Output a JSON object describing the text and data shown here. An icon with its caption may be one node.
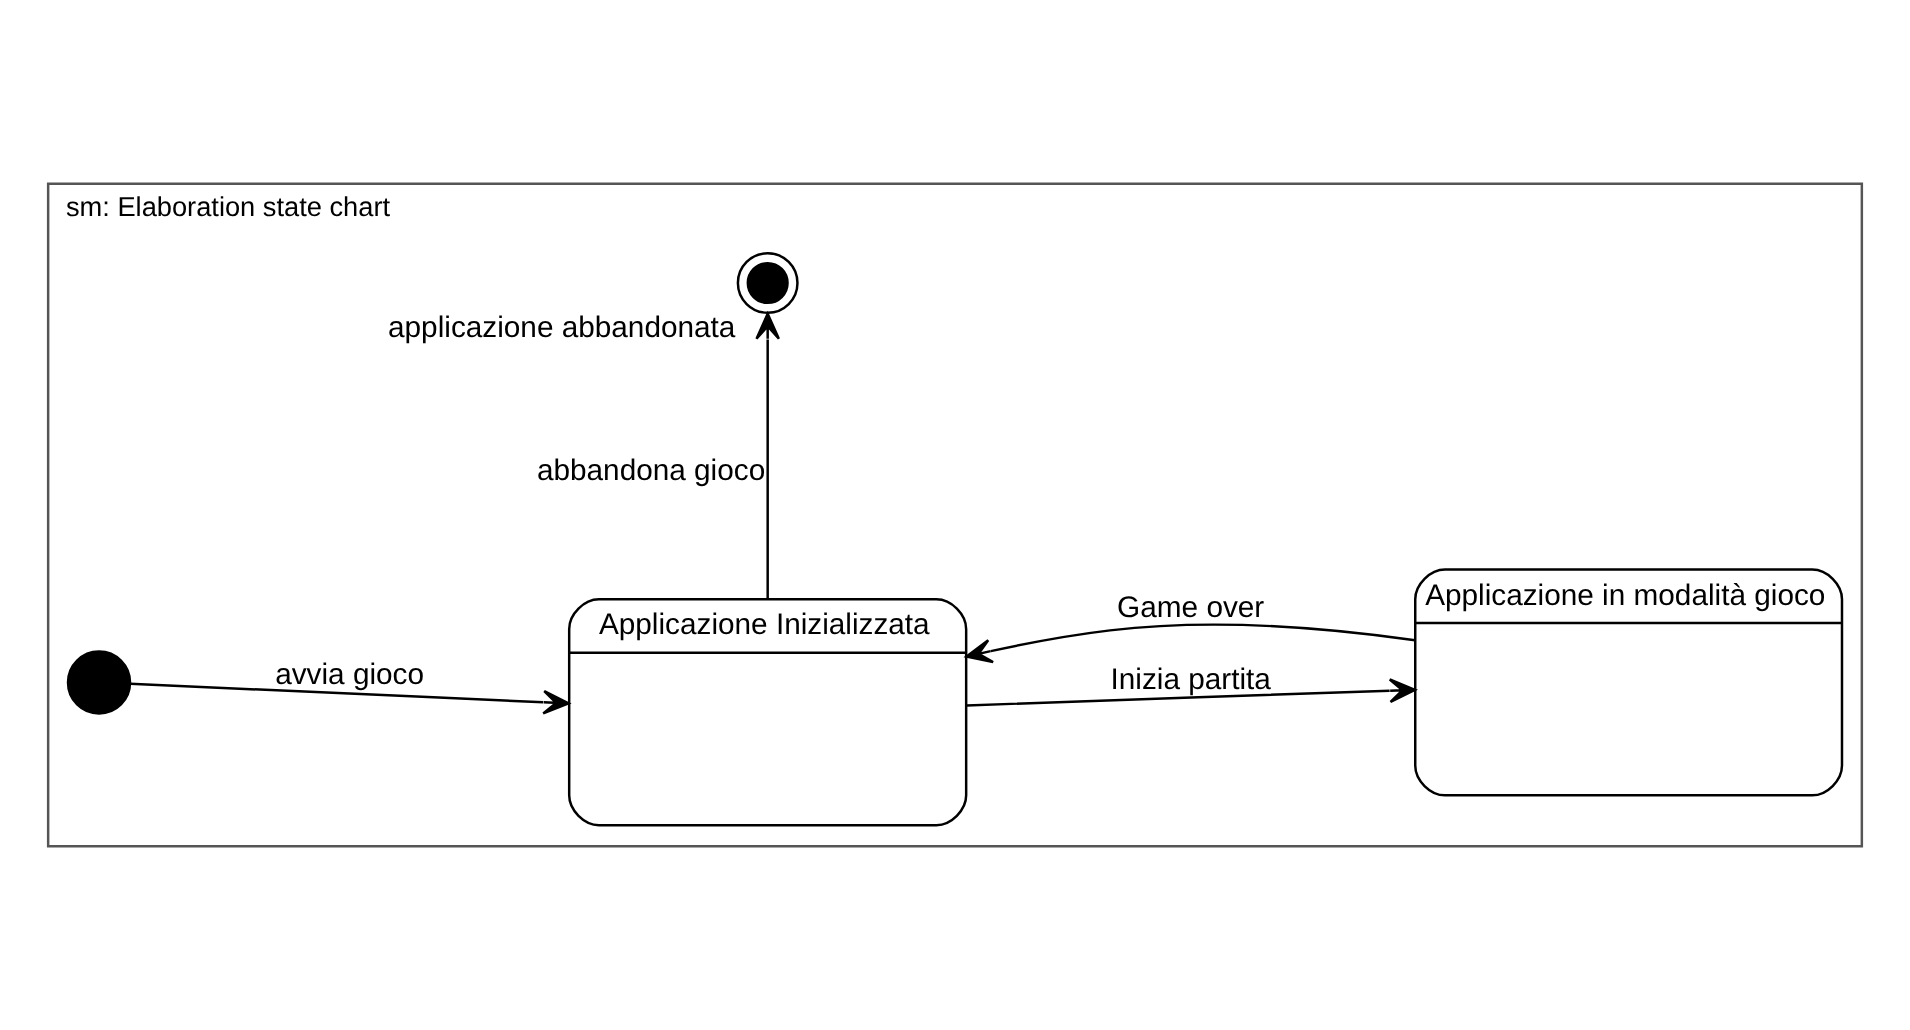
{
  "diagram": {
    "nodes": [
      {
        "text": [
          "sm: Elaboration state chart"
        ]
      },
      {
        "text": [],
        "shape": "circle",
        "in": 0
      },
      {
        "text": [
          "Applicazione Inizializzata"
        ],
        "in": 0
      },
      {
        "text": [
          "Applicazione in modalità gioco"
        ],
        "in": 0
      },
      {
        "text": [],
        "shape": "circle",
        "in": 0,
        "beside": [
          "applicazione abbandonata"
        ]
      }
    ],
    "edges": [
      {
        "from": 1,
        "to": 2,
        "arrow": "to",
        "label": "avvia gioco"
      },
      {
        "from": 2,
        "to": 3,
        "arrow": "to",
        "label": "Inizia partita"
      },
      {
        "from": 3,
        "to": 2,
        "arrow": "to",
        "label": "Game over"
      },
      {
        "from": 2,
        "to": 4,
        "arrow": "to",
        "label": "abbandona gioco"
      }
    ]
  }
}
